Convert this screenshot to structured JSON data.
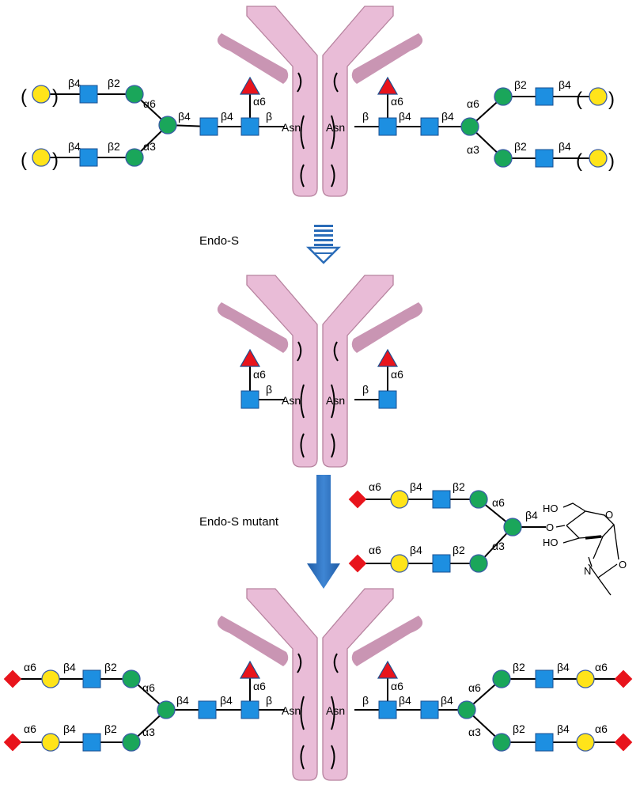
{
  "steps": {
    "step1": "Endo-S",
    "step2": "Endo-S mutant"
  },
  "labels": {
    "asn": "Asn",
    "beta": "β",
    "b4": "β4",
    "b2": "β2",
    "a6": "α6",
    "a3": "α3",
    "paren_open": "(",
    "paren_close": ")"
  },
  "oxazoline": {
    "ho_top": "HO",
    "ho_bottom": "HO",
    "o_link": "O",
    "o_ring": "O",
    "o_oxaz": "O",
    "n": "N"
  },
  "symbol_colors": {
    "glcnac_square": "#1d8fe1",
    "mannose_circle": "#1aa65a",
    "galactose_circle": "#ffe41a",
    "fucose_triangle": "#e8141c",
    "sialic_diamond": "#e8141c",
    "antibody_fill": "#e9bcd7",
    "antibody_fab_dark": "#c995b3",
    "arrow_blue": "#2a6cb8"
  }
}
